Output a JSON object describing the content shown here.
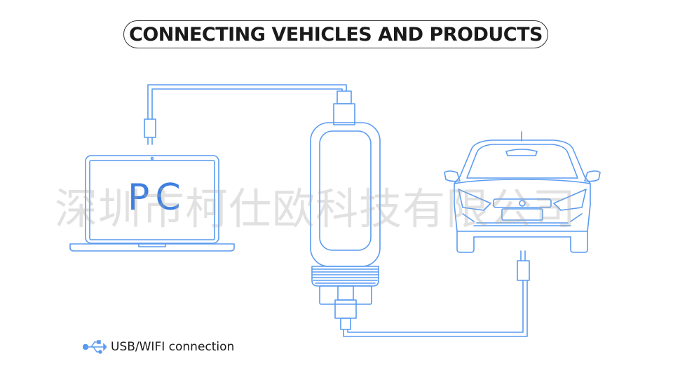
{
  "title": "CONNECTING VEHICLES AND PRODUCTS",
  "laptop": {
    "screen_label": "PC"
  },
  "watermark": "深圳市柯仕欧科技有限公司",
  "legend": {
    "icon": "usb-icon",
    "label": "USB/WIFI connection"
  },
  "colors": {
    "line": "#5a9bf0",
    "pc_text": "#3d7fe0",
    "title_border": "#333333"
  }
}
